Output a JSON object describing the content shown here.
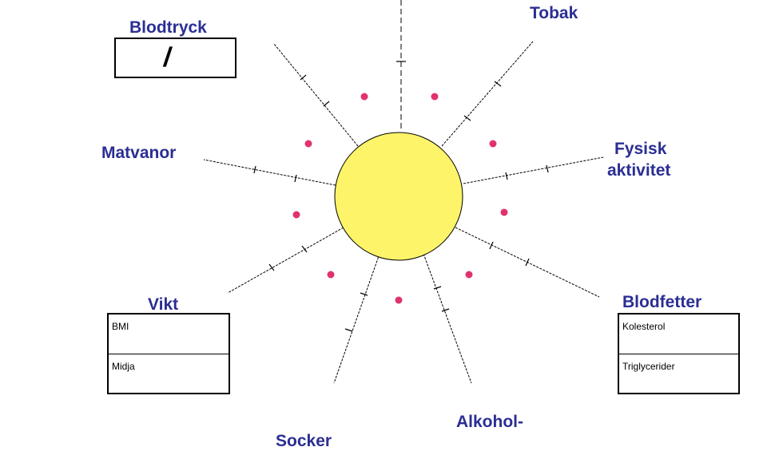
{
  "labels": {
    "blodtryck": "Blodtryck",
    "blodtryck_value": "/",
    "tobak": "Tobak",
    "fysisk_line1": "Fysisk",
    "fysisk_line2": "aktivitet",
    "matvanor": "Matvanor",
    "vikt": "Vikt",
    "blodfetter": "Blodfetter",
    "alkohol": "Alkohol-",
    "socker": "Socker"
  },
  "vikt_box": {
    "row1": "BMI",
    "row2": "Midja"
  },
  "blodfetter_box": {
    "row1": "Kolesterol",
    "row2": "Triglycerider"
  },
  "colors": {
    "sun": "#fdf46a",
    "label": "#2b2e93",
    "dot": "#e0336d",
    "line": "#000000"
  }
}
